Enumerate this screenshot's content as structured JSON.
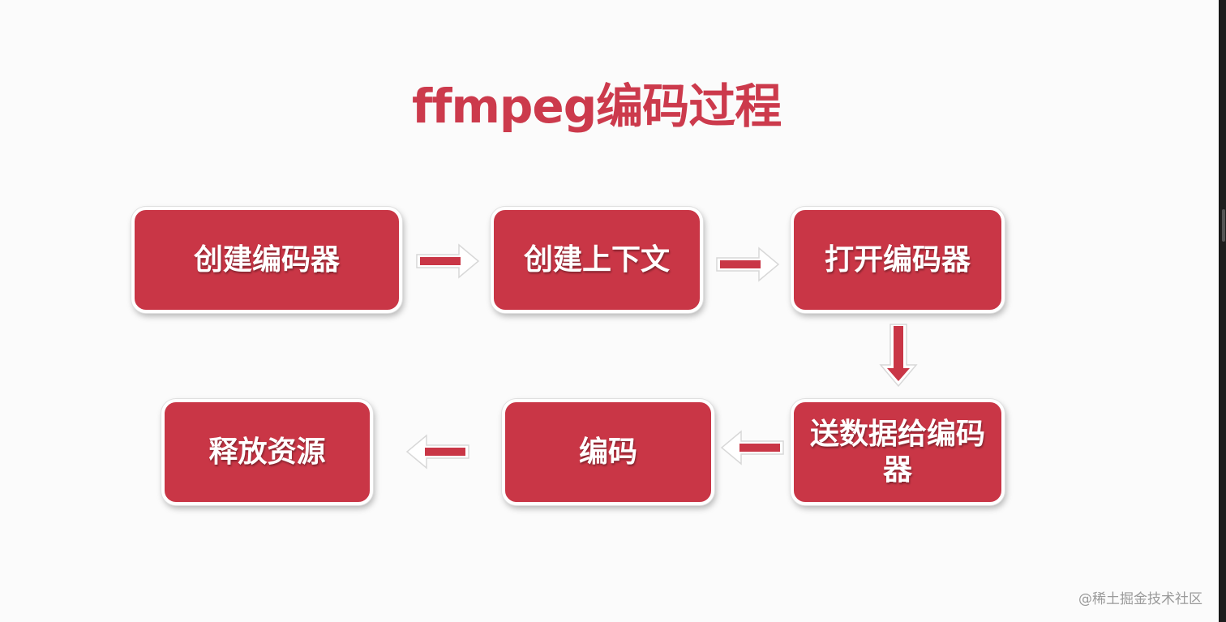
{
  "title": "ffmpeg编码过程",
  "steps": [
    {
      "id": "step-1",
      "label": "创建编码器"
    },
    {
      "id": "step-2",
      "label": "创建上下文"
    },
    {
      "id": "step-3",
      "label": "打开编码器"
    },
    {
      "id": "step-4",
      "label": "送数据给编码器"
    },
    {
      "id": "step-5",
      "label": "编码"
    },
    {
      "id": "step-6",
      "label": "释放资源"
    }
  ],
  "arrows": [
    {
      "from": "step-1",
      "to": "step-2",
      "direction": "right"
    },
    {
      "from": "step-2",
      "to": "step-3",
      "direction": "right"
    },
    {
      "from": "step-3",
      "to": "step-4",
      "direction": "down"
    },
    {
      "from": "step-4",
      "to": "step-5",
      "direction": "left"
    },
    {
      "from": "step-5",
      "to": "step-6",
      "direction": "left"
    }
  ],
  "colors": {
    "accent": "#c93646",
    "title": "#cc3a4c",
    "box_text": "#ffffff",
    "background": "#fbfbfb"
  },
  "watermark": "@稀土掘金技术社区"
}
